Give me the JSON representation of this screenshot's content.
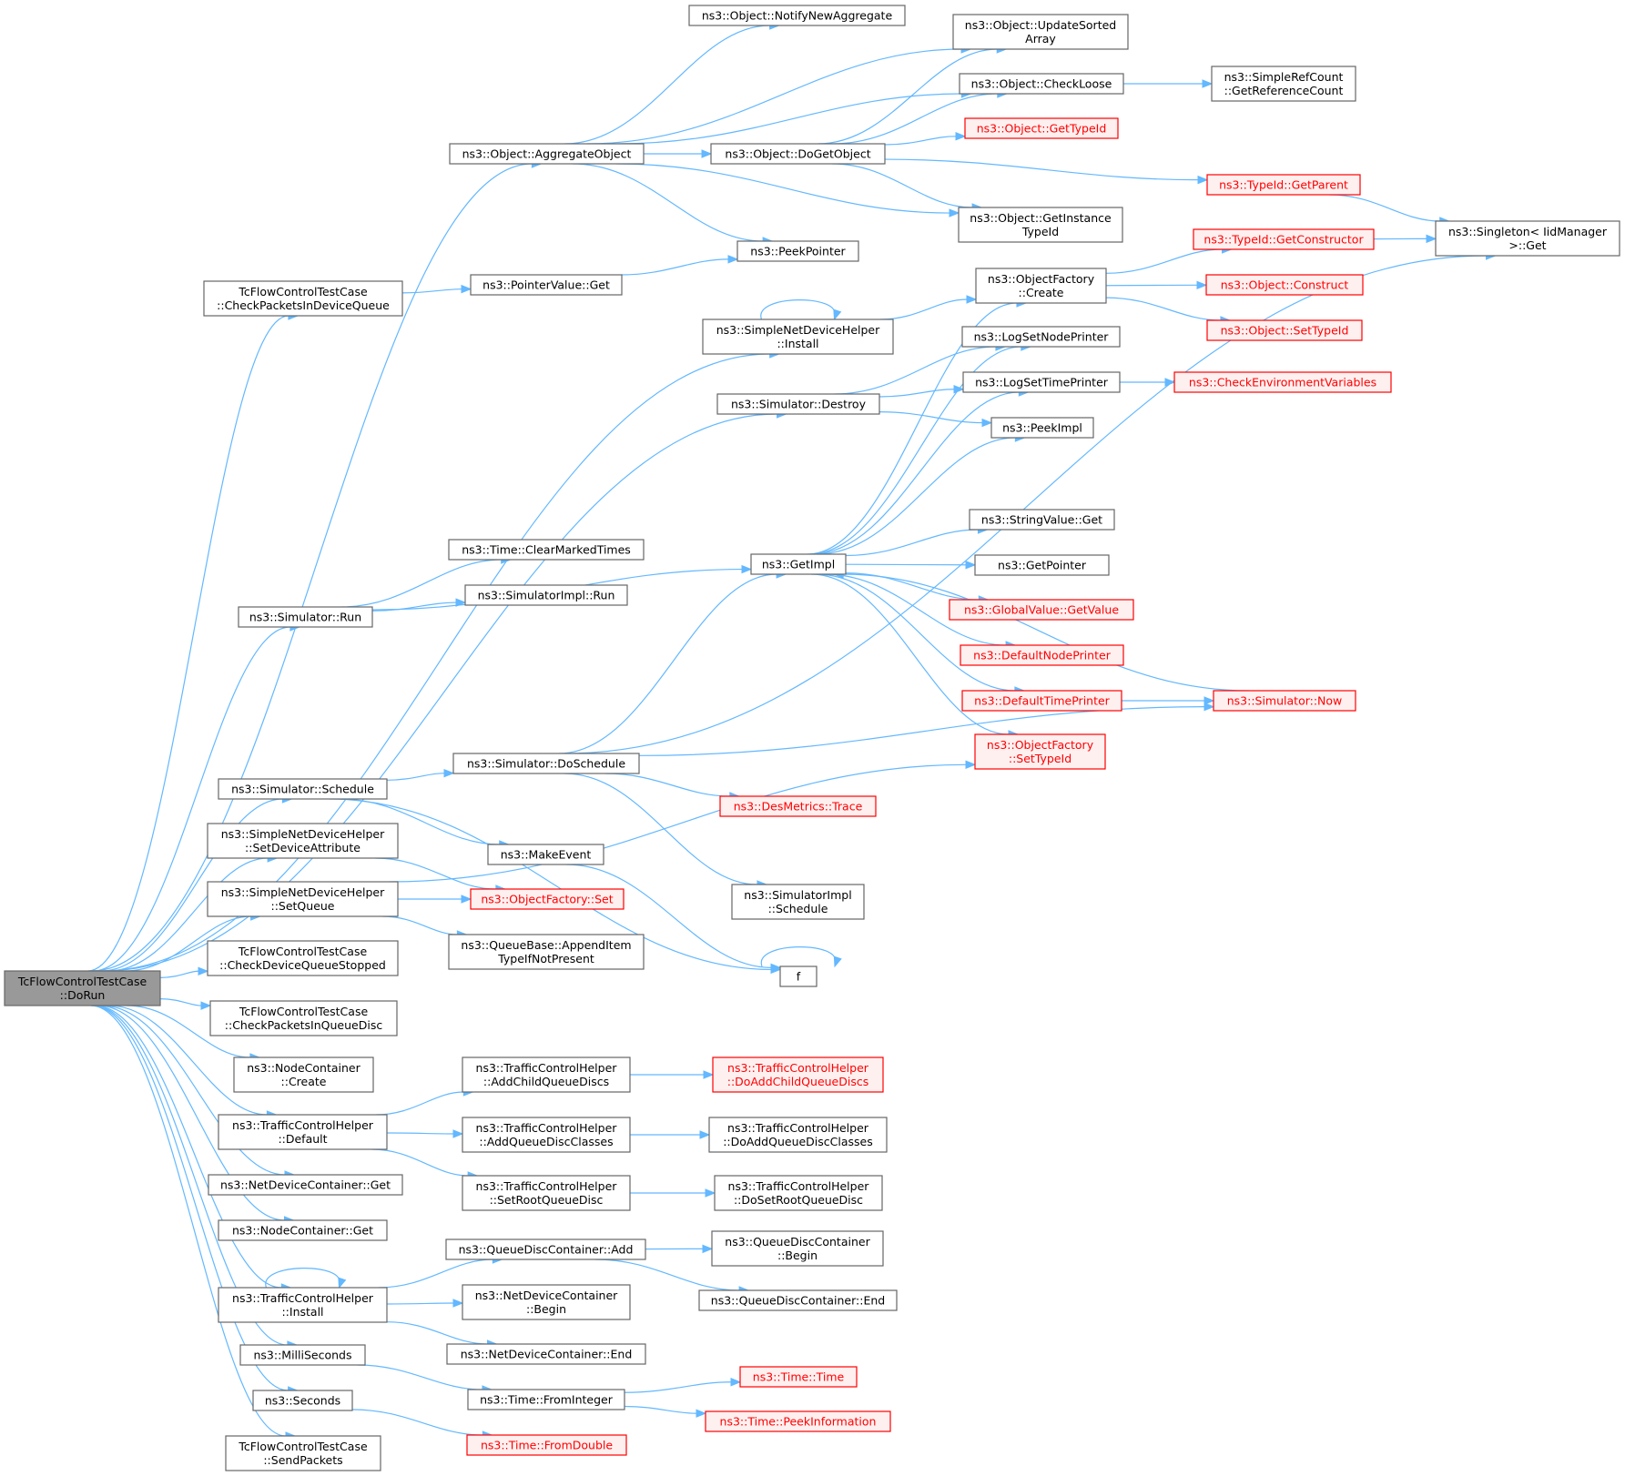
{
  "colors": {
    "edge": "#63b8ff",
    "node_border": "#666666",
    "node_fill": "#ffffff",
    "root_fill": "#999999",
    "truncated_border": "#ff0000",
    "truncated_fill": "#fff0f0"
  },
  "nodes": [
    {
      "id": "root",
      "lines": [
        "TcFlowControlTestCase",
        "::DoRun"
      ],
      "style": "root"
    },
    {
      "id": "aggregate",
      "lines": [
        "ns3::Object::AggregateObject"
      ],
      "style": "normal"
    },
    {
      "id": "checkPktDevQ",
      "lines": [
        "TcFlowControlTestCase",
        "::CheckPacketsInDeviceQueue"
      ],
      "style": "normal"
    },
    {
      "id": "sndhInstall",
      "lines": [
        "ns3::SimpleNetDeviceHelper",
        "::Install"
      ],
      "style": "normal"
    },
    {
      "id": "simDestroy",
      "lines": [
        "ns3::Simulator::Destroy"
      ],
      "style": "normal"
    },
    {
      "id": "simRun",
      "lines": [
        "ns3::Simulator::Run"
      ],
      "style": "normal"
    },
    {
      "id": "simSchedule",
      "lines": [
        "ns3::Simulator::Schedule"
      ],
      "style": "normal"
    },
    {
      "id": "sndhSetDevAttr",
      "lines": [
        "ns3::SimpleNetDeviceHelper",
        "::SetDeviceAttribute"
      ],
      "style": "normal"
    },
    {
      "id": "sndhSetQueue",
      "lines": [
        "ns3::SimpleNetDeviceHelper",
        "::SetQueue"
      ],
      "style": "normal"
    },
    {
      "id": "checkDevQStopped",
      "lines": [
        "TcFlowControlTestCase",
        "::CheckDeviceQueueStopped"
      ],
      "style": "normal"
    },
    {
      "id": "checkPktQDisc",
      "lines": [
        "TcFlowControlTestCase",
        "::CheckPacketsInQueueDisc"
      ],
      "style": "normal"
    },
    {
      "id": "nodeContCreate",
      "lines": [
        "ns3::NodeContainer",
        "::Create"
      ],
      "style": "normal"
    },
    {
      "id": "tchDefault",
      "lines": [
        "ns3::TrafficControlHelper",
        "::Default"
      ],
      "style": "normal"
    },
    {
      "id": "ndcGet",
      "lines": [
        "ns3::NetDeviceContainer::Get"
      ],
      "style": "normal"
    },
    {
      "id": "ncGet",
      "lines": [
        "ns3::NodeContainer::Get"
      ],
      "style": "normal"
    },
    {
      "id": "tchInstall",
      "lines": [
        "ns3::TrafficControlHelper",
        "::Install"
      ],
      "style": "normal"
    },
    {
      "id": "milliSeconds",
      "lines": [
        "ns3::MilliSeconds"
      ],
      "style": "normal"
    },
    {
      "id": "seconds",
      "lines": [
        "ns3::Seconds"
      ],
      "style": "normal"
    },
    {
      "id": "sendPackets",
      "lines": [
        "TcFlowControlTestCase",
        "::SendPackets"
      ],
      "style": "normal"
    },
    {
      "id": "notifyNewAgg",
      "lines": [
        "ns3::Object::NotifyNewAggregate"
      ],
      "style": "normal"
    },
    {
      "id": "updateSorted",
      "lines": [
        "ns3::Object::UpdateSorted",
        "Array"
      ],
      "style": "normal"
    },
    {
      "id": "checkLoose",
      "lines": [
        "ns3::Object::CheckLoose"
      ],
      "style": "normal"
    },
    {
      "id": "getRefCount",
      "lines": [
        "ns3::SimpleRefCount",
        "::GetReferenceCount"
      ],
      "style": "normal"
    },
    {
      "id": "objGetTypeId",
      "lines": [
        "ns3::Object::GetTypeId"
      ],
      "style": "red"
    },
    {
      "id": "doGetObject",
      "lines": [
        "ns3::Object::DoGetObject"
      ],
      "style": "normal"
    },
    {
      "id": "typeIdGetParent",
      "lines": [
        "ns3::TypeId::GetParent"
      ],
      "style": "red"
    },
    {
      "id": "getInstanceTypeId",
      "lines": [
        "ns3::Object::GetInstance",
        "TypeId"
      ],
      "style": "normal"
    },
    {
      "id": "peekPointer",
      "lines": [
        "ns3::PeekPointer"
      ],
      "style": "normal"
    },
    {
      "id": "pointerValueGet",
      "lines": [
        "ns3::PointerValue::Get"
      ],
      "style": "normal"
    },
    {
      "id": "typeIdGetCtor",
      "lines": [
        "ns3::TypeId::GetConstructor"
      ],
      "style": "red"
    },
    {
      "id": "singletonGet",
      "lines": [
        "ns3::Singleton< IidManager",
        ">::Get"
      ],
      "style": "normal"
    },
    {
      "id": "ofCreate",
      "lines": [
        "ns3::ObjectFactory",
        "::Create"
      ],
      "style": "normal"
    },
    {
      "id": "objConstruct",
      "lines": [
        "ns3::Object::Construct"
      ],
      "style": "red"
    },
    {
      "id": "objSetTypeId",
      "lines": [
        "ns3::Object::SetTypeId"
      ],
      "style": "red"
    },
    {
      "id": "logSetNodePrinter",
      "lines": [
        "ns3::LogSetNodePrinter"
      ],
      "style": "normal"
    },
    {
      "id": "logSetTimePrinter",
      "lines": [
        "ns3::LogSetTimePrinter"
      ],
      "style": "normal"
    },
    {
      "id": "checkEnvVars",
      "lines": [
        "ns3::CheckEnvironmentVariables"
      ],
      "style": "red"
    },
    {
      "id": "peekImpl",
      "lines": [
        "ns3::PeekImpl"
      ],
      "style": "normal"
    },
    {
      "id": "timeClearMarked",
      "lines": [
        "ns3::Time::ClearMarkedTimes"
      ],
      "style": "normal"
    },
    {
      "id": "simImplRun",
      "lines": [
        "ns3::SimulatorImpl::Run"
      ],
      "style": "normal"
    },
    {
      "id": "getImpl",
      "lines": [
        "ns3::GetImpl"
      ],
      "style": "normal"
    },
    {
      "id": "stringValueGet",
      "lines": [
        "ns3::StringValue::Get"
      ],
      "style": "normal"
    },
    {
      "id": "getPointer",
      "lines": [
        "ns3::GetPointer"
      ],
      "style": "normal"
    },
    {
      "id": "gvGetValue",
      "lines": [
        "ns3::GlobalValue::GetValue"
      ],
      "style": "red"
    },
    {
      "id": "defNodePrinter",
      "lines": [
        "ns3::DefaultNodePrinter"
      ],
      "style": "red"
    },
    {
      "id": "defTimePrinter",
      "lines": [
        "ns3::DefaultTimePrinter"
      ],
      "style": "red"
    },
    {
      "id": "simNow",
      "lines": [
        "ns3::Simulator::Now"
      ],
      "style": "red"
    },
    {
      "id": "ofSetTypeId",
      "lines": [
        "ns3::ObjectFactory",
        "::SetTypeId"
      ],
      "style": "red"
    },
    {
      "id": "simDoSchedule",
      "lines": [
        "ns3::Simulator::DoSchedule"
      ],
      "style": "normal"
    },
    {
      "id": "desMetricsTrace",
      "lines": [
        "ns3::DesMetrics::Trace"
      ],
      "style": "red"
    },
    {
      "id": "makeEvent",
      "lines": [
        "ns3::MakeEvent"
      ],
      "style": "normal"
    },
    {
      "id": "simImplSchedule",
      "lines": [
        "ns3::SimulatorImpl",
        "::Schedule"
      ],
      "style": "normal"
    },
    {
      "id": "ofSet",
      "lines": [
        "ns3::ObjectFactory::Set"
      ],
      "style": "red"
    },
    {
      "id": "qbAppendItem",
      "lines": [
        "ns3::QueueBase::AppendItem",
        "TypeIfNotPresent"
      ],
      "style": "normal"
    },
    {
      "id": "f",
      "lines": [
        "f"
      ],
      "style": "normal"
    },
    {
      "id": "tchAddChildQD",
      "lines": [
        "ns3::TrafficControlHelper",
        "::AddChildQueueDiscs"
      ],
      "style": "normal"
    },
    {
      "id": "tchDoAddChildQD",
      "lines": [
        "ns3::TrafficControlHelper",
        "::DoAddChildQueueDiscs"
      ],
      "style": "red"
    },
    {
      "id": "tchAddQDClasses",
      "lines": [
        "ns3::TrafficControlHelper",
        "::AddQueueDiscClasses"
      ],
      "style": "normal"
    },
    {
      "id": "tchDoAddQDClasses",
      "lines": [
        "ns3::TrafficControlHelper",
        "::DoAddQueueDiscClasses"
      ],
      "style": "normal"
    },
    {
      "id": "tchSetRootQD",
      "lines": [
        "ns3::TrafficControlHelper",
        "::SetRootQueueDisc"
      ],
      "style": "normal"
    },
    {
      "id": "tchDoSetRootQD",
      "lines": [
        "ns3::TrafficControlHelper",
        "::DoSetRootQueueDisc"
      ],
      "style": "normal"
    },
    {
      "id": "qdcAdd",
      "lines": [
        "ns3::QueueDiscContainer::Add"
      ],
      "style": "normal"
    },
    {
      "id": "qdcBegin",
      "lines": [
        "ns3::QueueDiscContainer",
        "::Begin"
      ],
      "style": "normal"
    },
    {
      "id": "qdcEnd",
      "lines": [
        "ns3::QueueDiscContainer::End"
      ],
      "style": "normal"
    },
    {
      "id": "ndcBegin",
      "lines": [
        "ns3::NetDeviceContainer",
        "::Begin"
      ],
      "style": "normal"
    },
    {
      "id": "ndcEnd",
      "lines": [
        "ns3::NetDeviceContainer::End"
      ],
      "style": "normal"
    },
    {
      "id": "timeFromInteger",
      "lines": [
        "ns3::Time::FromInteger"
      ],
      "style": "normal"
    },
    {
      "id": "timeTime",
      "lines": [
        "ns3::Time::Time"
      ],
      "style": "red"
    },
    {
      "id": "timePeekInfo",
      "lines": [
        "ns3::Time::PeekInformation"
      ],
      "style": "red"
    },
    {
      "id": "timeFromDouble",
      "lines": [
        "ns3::Time::FromDouble"
      ],
      "style": "red"
    }
  ],
  "edges": [
    [
      "root",
      "aggregate"
    ],
    [
      "root",
      "checkPktDevQ"
    ],
    [
      "root",
      "sndhInstall"
    ],
    [
      "root",
      "simDestroy"
    ],
    [
      "root",
      "simRun"
    ],
    [
      "root",
      "simSchedule"
    ],
    [
      "root",
      "sndhSetDevAttr"
    ],
    [
      "root",
      "sndhSetQueue"
    ],
    [
      "root",
      "checkDevQStopped"
    ],
    [
      "root",
      "checkPktQDisc"
    ],
    [
      "root",
      "nodeContCreate"
    ],
    [
      "root",
      "tchDefault"
    ],
    [
      "root",
      "ndcGet"
    ],
    [
      "root",
      "ncGet"
    ],
    [
      "root",
      "tchInstall"
    ],
    [
      "root",
      "milliSeconds"
    ],
    [
      "root",
      "seconds"
    ],
    [
      "root",
      "sendPackets"
    ],
    [
      "aggregate",
      "notifyNewAgg"
    ],
    [
      "aggregate",
      "updateSorted"
    ],
    [
      "aggregate",
      "checkLoose"
    ],
    [
      "aggregate",
      "doGetObject"
    ],
    [
      "aggregate",
      "getInstanceTypeId"
    ],
    [
      "aggregate",
      "peekPointer"
    ],
    [
      "doGetObject",
      "updateSorted"
    ],
    [
      "doGetObject",
      "checkLoose"
    ],
    [
      "doGetObject",
      "objGetTypeId"
    ],
    [
      "doGetObject",
      "typeIdGetParent"
    ],
    [
      "doGetObject",
      "getInstanceTypeId"
    ],
    [
      "checkLoose",
      "getRefCount"
    ],
    [
      "typeIdGetParent",
      "singletonGet"
    ],
    [
      "checkPktDevQ",
      "pointerValueGet"
    ],
    [
      "pointerValueGet",
      "peekPointer"
    ],
    [
      "sndhInstall",
      "sndhInstall"
    ],
    [
      "sndhInstall",
      "ofCreate"
    ],
    [
      "ofCreate",
      "typeIdGetCtor"
    ],
    [
      "ofCreate",
      "objConstruct"
    ],
    [
      "ofCreate",
      "objSetTypeId"
    ],
    [
      "typeIdGetCtor",
      "singletonGet"
    ],
    [
      "simDestroy",
      "logSetNodePrinter"
    ],
    [
      "simDestroy",
      "logSetTimePrinter"
    ],
    [
      "simDestroy",
      "peekImpl"
    ],
    [
      "logSetTimePrinter",
      "checkEnvVars"
    ],
    [
      "simRun",
      "timeClearMarked"
    ],
    [
      "simRun",
      "simImplRun"
    ],
    [
      "simRun",
      "getImpl"
    ],
    [
      "getImpl",
      "ofCreate"
    ],
    [
      "getImpl",
      "logSetNodePrinter"
    ],
    [
      "getImpl",
      "logSetTimePrinter"
    ],
    [
      "getImpl",
      "peekImpl"
    ],
    [
      "getImpl",
      "stringValueGet"
    ],
    [
      "getImpl",
      "getPointer"
    ],
    [
      "getImpl",
      "gvGetValue"
    ],
    [
      "getImpl",
      "defNodePrinter"
    ],
    [
      "getImpl",
      "defTimePrinter"
    ],
    [
      "getImpl",
      "ofSetTypeId"
    ],
    [
      "defTimePrinter",
      "simNow"
    ],
    [
      "simNow",
      "getImpl"
    ],
    [
      "simSchedule",
      "simDoSchedule"
    ],
    [
      "simSchedule",
      "makeEvent"
    ],
    [
      "simSchedule",
      "f"
    ],
    [
      "simDoSchedule",
      "getImpl"
    ],
    [
      "simDoSchedule",
      "simNow"
    ],
    [
      "simDoSchedule",
      "desMetricsTrace"
    ],
    [
      "simDoSchedule",
      "simImplSchedule"
    ],
    [
      "simDoSchedule",
      "singletonGet"
    ],
    [
      "makeEvent",
      "f"
    ],
    [
      "f",
      "f"
    ],
    [
      "sndhSetDevAttr",
      "ofSet"
    ],
    [
      "sndhSetQueue",
      "ofSet"
    ],
    [
      "sndhSetQueue",
      "qbAppendItem"
    ],
    [
      "sndhSetQueue",
      "ofSetTypeId"
    ],
    [
      "tchDefault",
      "tchAddChildQD"
    ],
    [
      "tchDefault",
      "tchAddQDClasses"
    ],
    [
      "tchDefault",
      "tchSetRootQD"
    ],
    [
      "tchAddChildQD",
      "tchDoAddChildQD"
    ],
    [
      "tchAddQDClasses",
      "tchDoAddQDClasses"
    ],
    [
      "tchSetRootQD",
      "tchDoSetRootQD"
    ],
    [
      "tchInstall",
      "tchInstall"
    ],
    [
      "tchInstall",
      "qdcAdd"
    ],
    [
      "tchInstall",
      "ndcBegin"
    ],
    [
      "tchInstall",
      "ndcEnd"
    ],
    [
      "qdcAdd",
      "qdcBegin"
    ],
    [
      "qdcAdd",
      "qdcEnd"
    ],
    [
      "milliSeconds",
      "timeFromInteger"
    ],
    [
      "timeFromInteger",
      "timeTime"
    ],
    [
      "timeFromInteger",
      "timePeekInfo"
    ],
    [
      "seconds",
      "timeFromDouble"
    ]
  ]
}
